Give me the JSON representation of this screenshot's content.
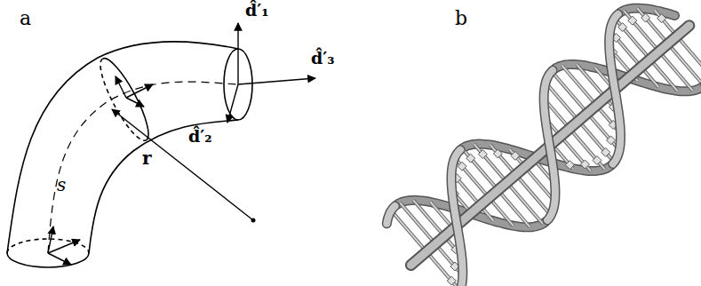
{
  "diagram": {
    "labels": [
      "a",
      "b",
      "d̂′₁",
      "d̂′₃",
      "d̂′₂",
      "s",
      "r"
    ]
  }
}
